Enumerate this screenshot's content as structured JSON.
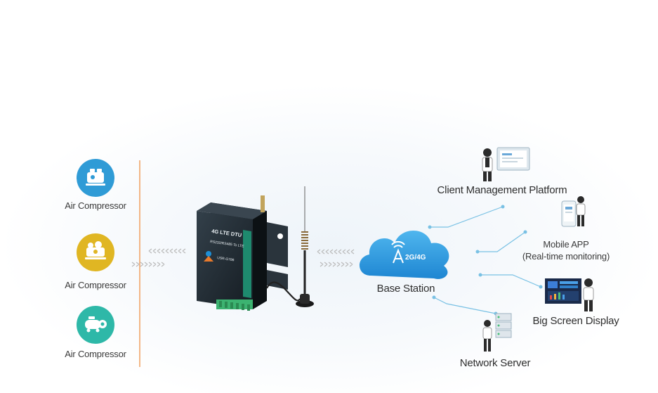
{
  "devices": [
    {
      "label": "Air Compressor",
      "color": "#2f9bd6",
      "icon": "compressor-icon"
    },
    {
      "label": "Air Compressor",
      "color": "#e0b623",
      "icon": "compressor-icon"
    },
    {
      "label": "Air Compressor",
      "color": "#2eb8a8",
      "icon": "compressor-icon"
    }
  ],
  "dtu": {
    "line1": "4G LTE DTU",
    "line2": "RS232/RS485 To LTE",
    "model": "USR-G786"
  },
  "base_station": {
    "badge": "2G/4G",
    "label": "Base Station"
  },
  "endpoints": {
    "client_platform": "Client Management Platform",
    "mobile_app": "Mobile APP",
    "mobile_app_sub": "(Real-time monitoring)",
    "big_screen": "Big Screen Display",
    "network_server": "Network Server"
  },
  "colors": {
    "divider": "#f0a060",
    "connector": "#79c1e4",
    "cloud": "#2f9ee0",
    "dtu_body": "#1f2a33",
    "dtu_stripe": "#1e8a6e",
    "arrows": "#b9b9b9"
  }
}
